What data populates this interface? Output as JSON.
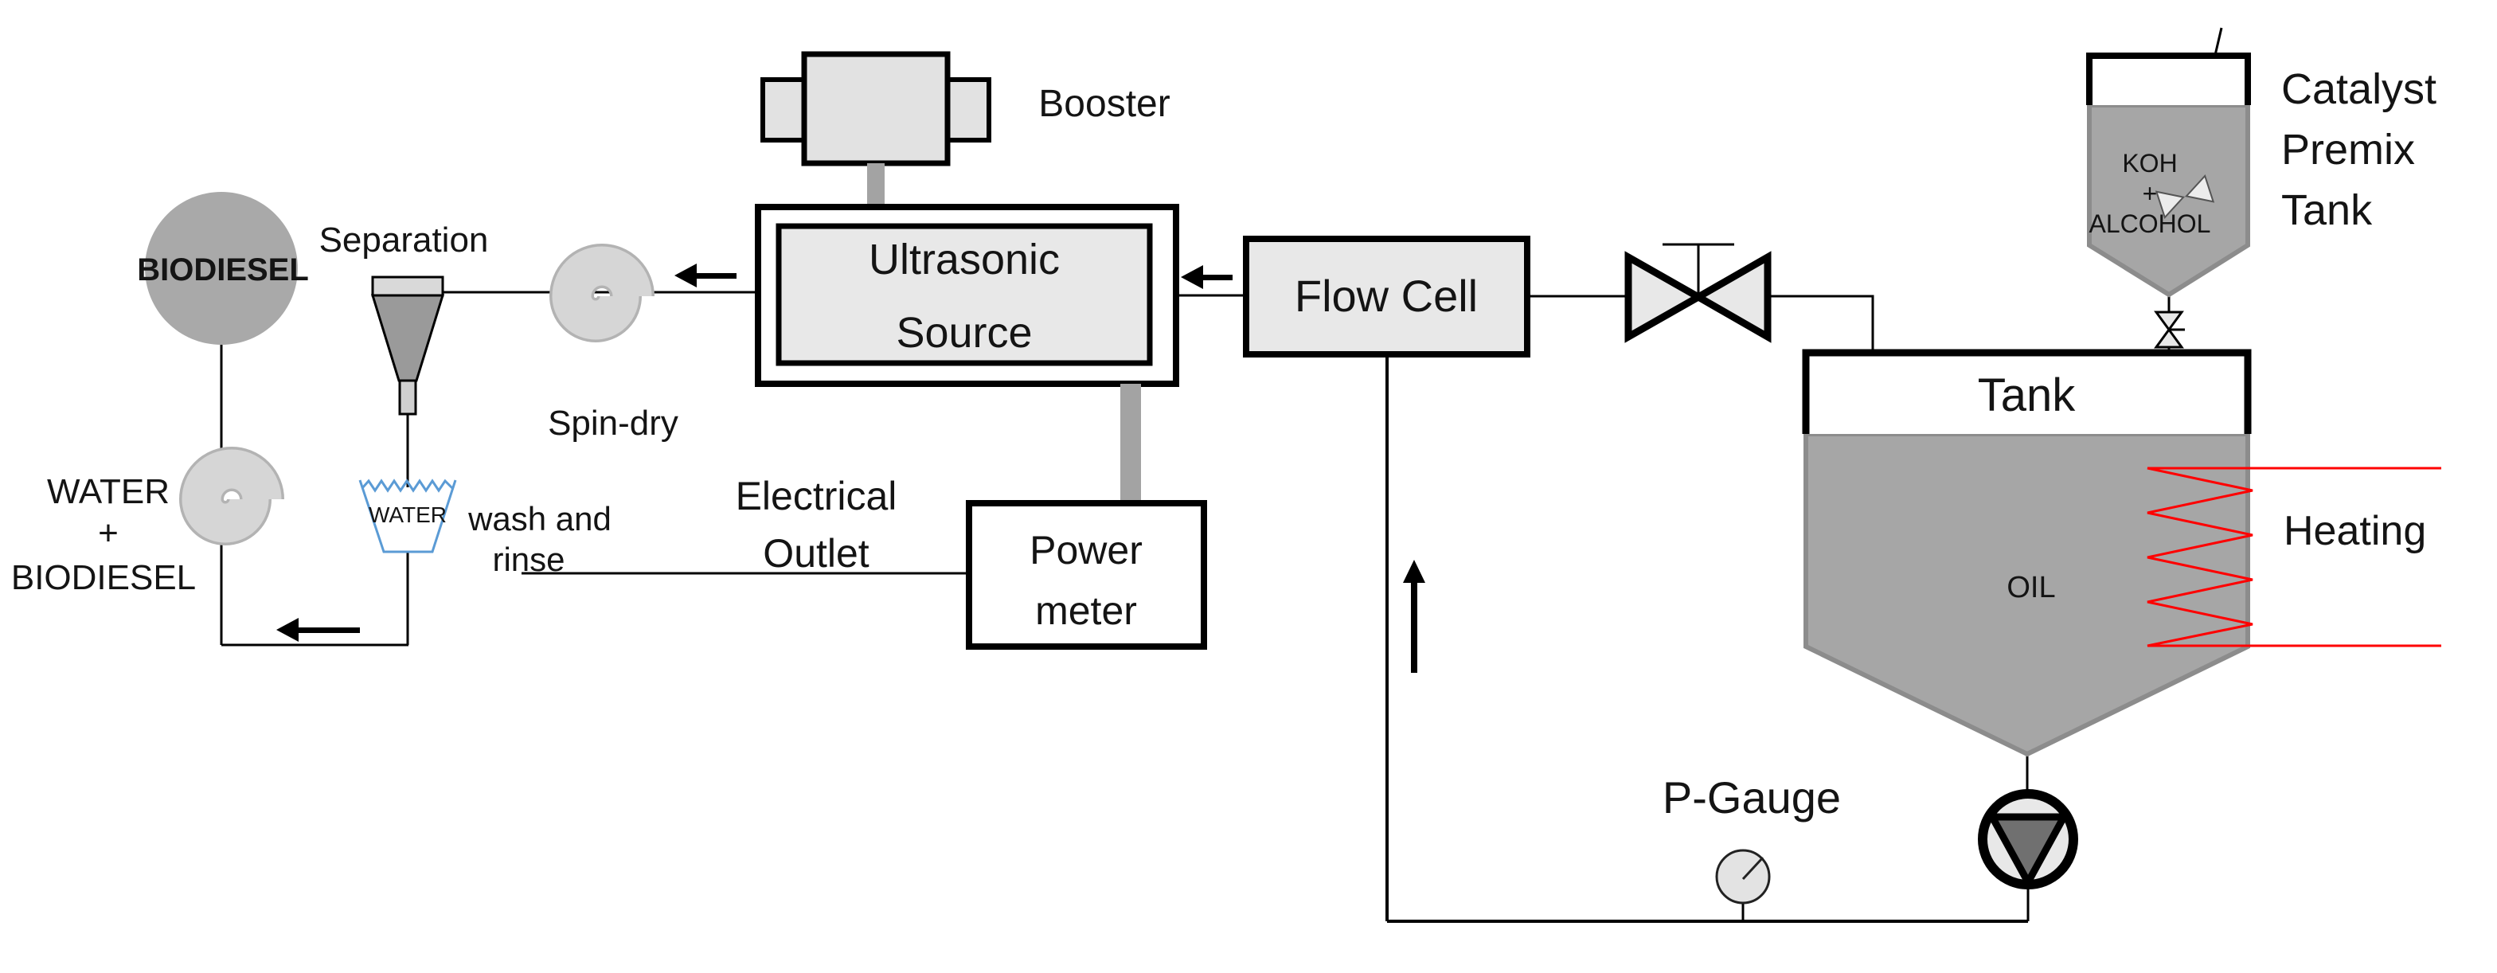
{
  "diagram": {
    "type": "process-flow-diagram",
    "subject": "Ultrasonic biodiesel production loop",
    "labels": {
      "biodiesel_product": "BIODIESEL",
      "separation": "Separation",
      "spin_dry": "Spin-dry",
      "water_mix_line1": "WATER",
      "water_mix_line2": "+",
      "water_mix_line3": "BIODIESEL",
      "wash_line1": "wash and",
      "wash_line2": "rinse",
      "beaker_water": "WATER",
      "booster": "Booster",
      "ultrasonic_line1": "Ultrasonic",
      "ultrasonic_line2": "Source",
      "electrical_line1": "Electrical",
      "electrical_line2": "Outlet",
      "power_meter_line1": "Power",
      "power_meter_line2": "meter",
      "flow_cell": "Flow Cell",
      "tank": "Tank",
      "oil": "OIL",
      "heating": "Heating",
      "p_gauge": "P-Gauge",
      "catalyst_line1": "Catalyst",
      "catalyst_line2": "Premix",
      "catalyst_line3": "Tank",
      "premix_content_line1": "KOH",
      "premix_content_line2": "+",
      "premix_content_line3": "ALCOHOL"
    },
    "colors": {
      "line": "#000000",
      "box_fill": "#e8e8e8",
      "booster_fill": "#e2e2e2",
      "white_fill": "#ffffff",
      "tank_fill": "#a6a6a6",
      "tank_stroke": "#8c8c8c",
      "heating_red": "#ff0000",
      "beaker_blue": "#5b9bd5",
      "spiral_edge": "#b3b3b3",
      "spiral_face": "#d6d6d6",
      "stub_gray": "#a3a3a3",
      "pump_triangle": "#707070",
      "gauge_fill": "#e3e3e3",
      "circle_fill": "#a9a9a9",
      "funnel_body": "#9a9a9a",
      "funnel_cap": "#d9d9d9",
      "funnel_stem": "#cfcfcf",
      "propeller_fill": "#ececec"
    }
  }
}
